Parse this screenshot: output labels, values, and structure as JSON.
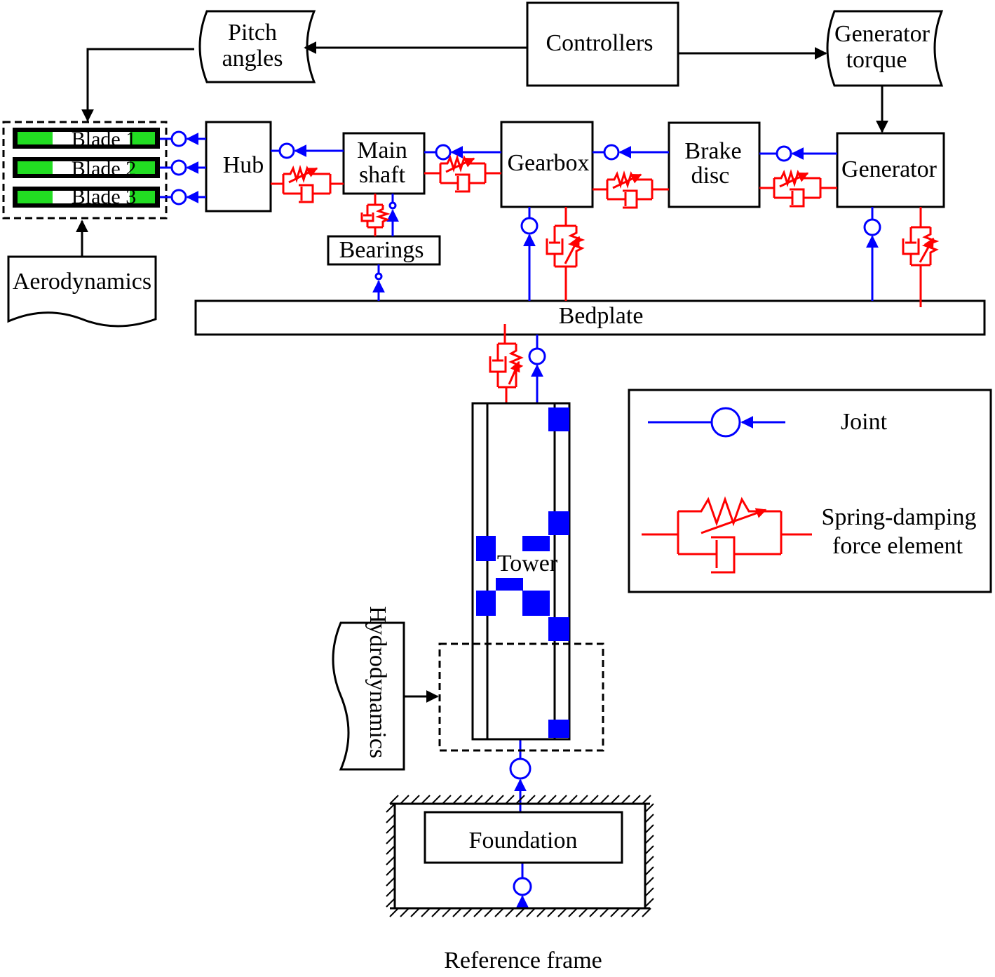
{
  "colors": {
    "joint": "#0000ff",
    "spring_damper": "#ff0000",
    "outline": "#000000",
    "blade_fill": "#22dd22",
    "tower_mark": "#0000ff"
  },
  "signals": {
    "pitch_angles": [
      "Pitch",
      "angles"
    ],
    "generator_torque": [
      "Generator",
      "torque"
    ],
    "aerodynamics": "Aerodynamics",
    "hydrodynamics": "Hydrodynamics"
  },
  "blocks": {
    "controllers": "Controllers",
    "blades": [
      "Blade 1",
      "Blade 2",
      "Blade 3"
    ],
    "hub": "Hub",
    "main_shaft": [
      "Main",
      "shaft"
    ],
    "gearbox": "Gearbox",
    "brake_disc": [
      "Brake",
      "disc"
    ],
    "generator": "Generator",
    "bearings": "Bearings",
    "bedplate": "Bedplate",
    "tower": "Tower",
    "foundation": "Foundation",
    "reference_frame": "Reference frame"
  },
  "legend": {
    "joint": "Joint",
    "spring_damping": [
      "Spring-damping",
      "force element"
    ]
  }
}
